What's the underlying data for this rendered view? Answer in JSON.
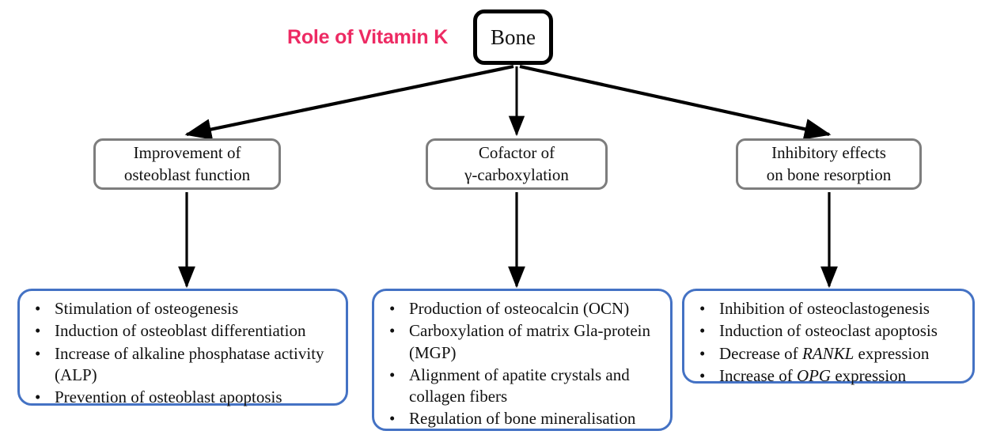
{
  "diagram": {
    "title": "Role of Vitamin K",
    "title_color": "#ED2A63",
    "root": {
      "label": "Bone"
    },
    "branches": [
      {
        "id": "osteoblast",
        "heading_line1": "Improvement of",
        "heading_line2": "osteoblast function",
        "bullet_char": "•",
        "bullets": [
          "Stimulation of osteogenesis",
          "Induction of osteoblast differentiation",
          "Increase of alkaline phosphatase activity (ALP)",
          "Prevention of osteoblast apoptosis"
        ]
      },
      {
        "id": "carboxylation",
        "heading_line1": "Cofactor of",
        "heading_line2": "γ-carboxylation",
        "bullet_char": "•",
        "bullets": [
          "Production of osteocalcin (OCN)",
          "Carboxylation of matrix Gla-protein (MGP)",
          "Alignment of apatite crystals and collagen fibers",
          "Regulation of bone mineralisation"
        ]
      },
      {
        "id": "resorption",
        "heading_line1": "Inhibitory effects",
        "heading_line2": "on bone resorption",
        "bullet_char": "•",
        "bullets": [
          "Inhibition of osteoclastogenesis",
          "Induction of osteoclast apoptosis",
          "Decrease of <i>RANKL</i> expression",
          "Increase of <i>OPG</i> expression"
        ]
      }
    ],
    "colors": {
      "root_border": "#000000",
      "mid_border": "#7d7d7d",
      "panel_border": "#4472C4",
      "arrow": "#000000",
      "background": "#ffffff"
    }
  }
}
